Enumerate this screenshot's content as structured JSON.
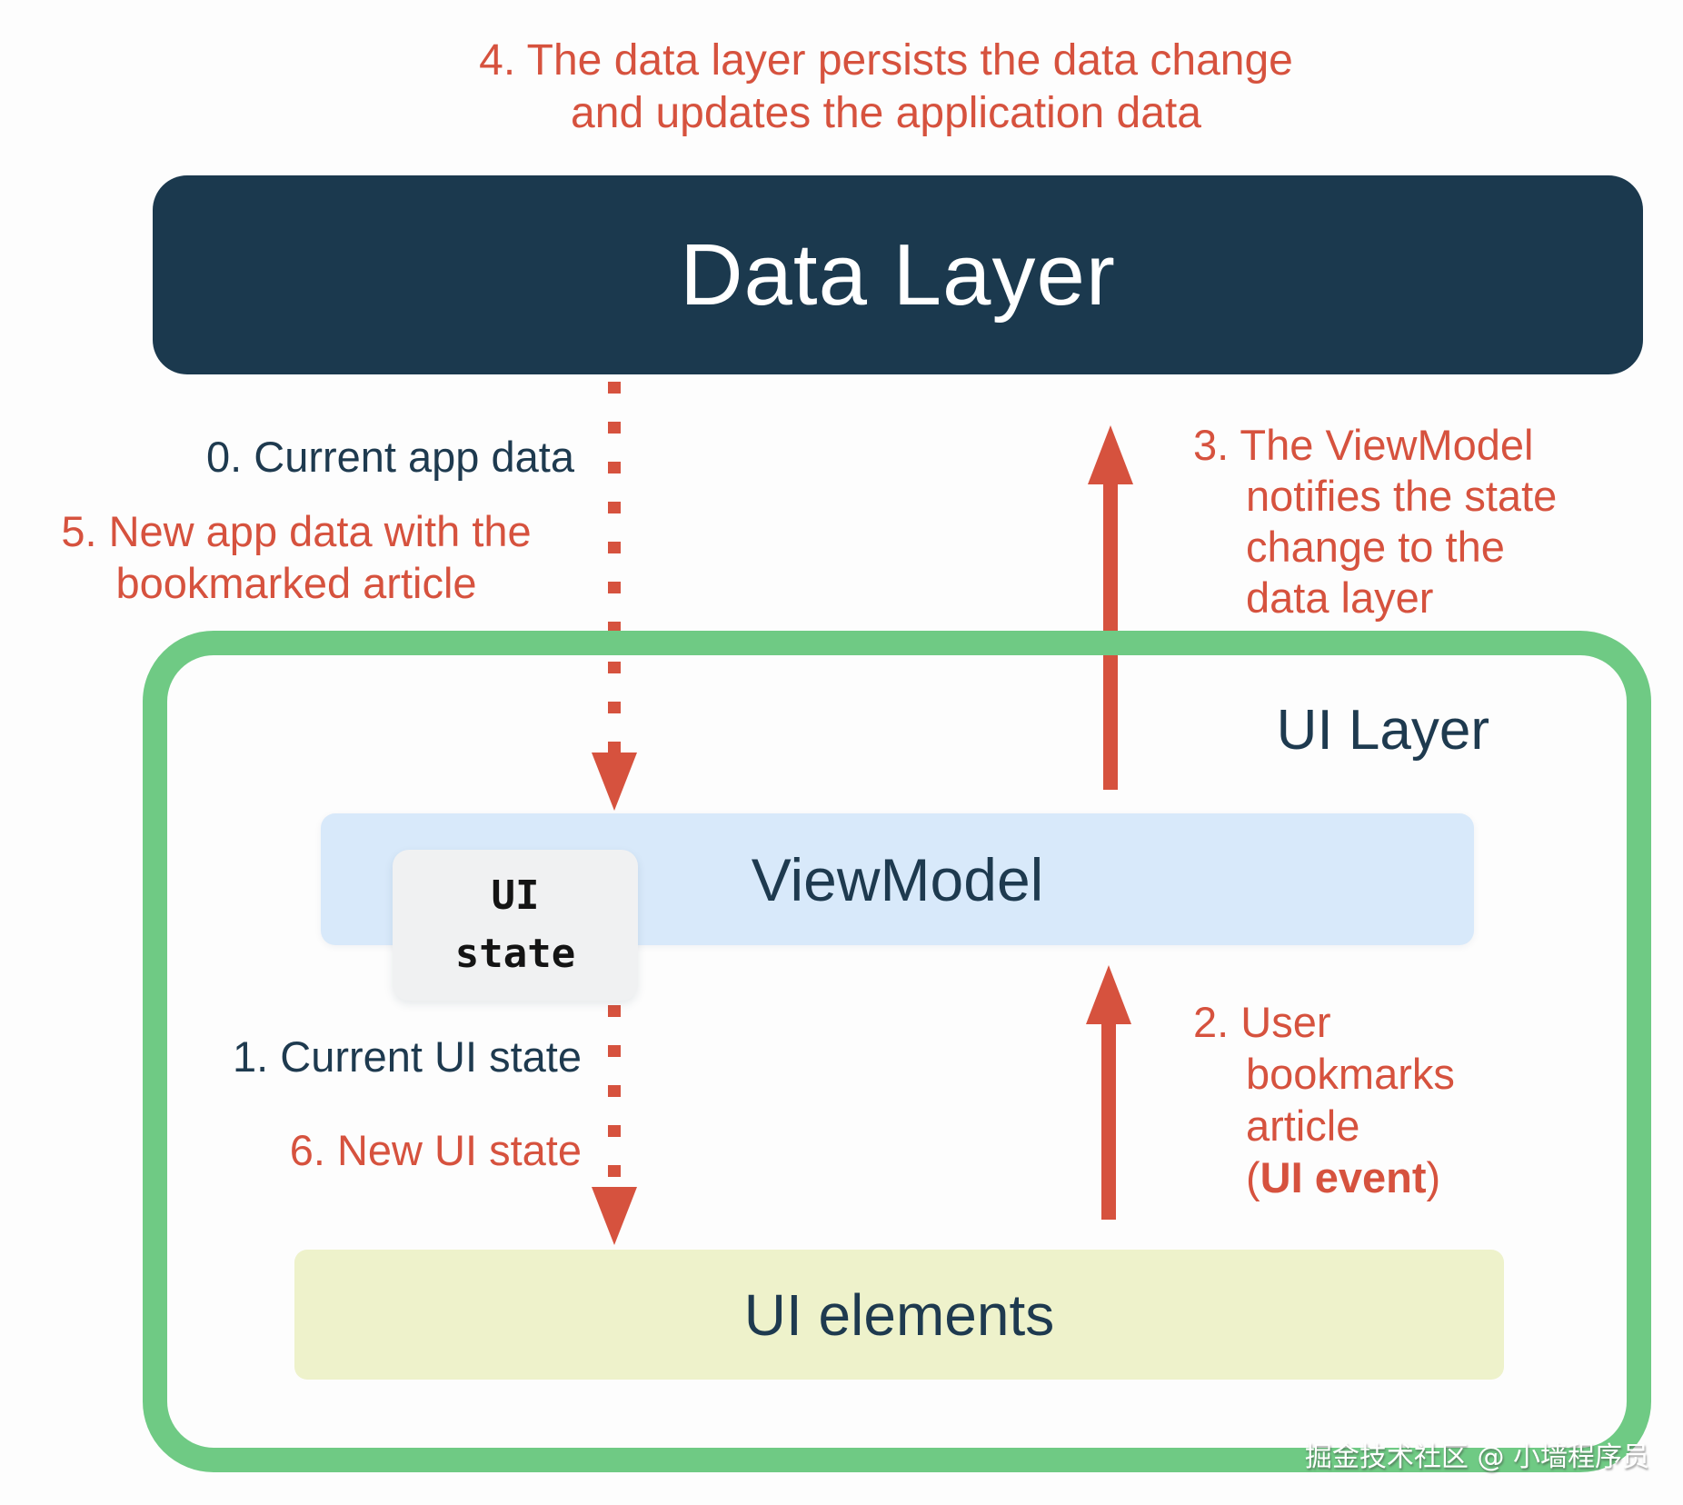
{
  "colors": {
    "red": "#D6523E",
    "navy_box": "#1B394E",
    "navy_text": "#1E3A4F",
    "green_border": "#6FCA84",
    "viewmodel_blue": "#D8E9FA",
    "ui_elements_yellow": "#EEF2CB",
    "ui_state_grey": "#F0F1F2",
    "white": "#FFFFFF"
  },
  "boxes": {
    "data_layer": "Data Layer",
    "ui_layer": "UI Layer",
    "viewmodel": "ViewModel",
    "ui_state": {
      "line1": "UI",
      "line2": "state"
    },
    "ui_elements": "UI elements"
  },
  "annotations": {
    "step4": {
      "line1": "4. The data layer persists the data change",
      "line2": "and updates the application data"
    },
    "step0": "0. Current app data",
    "step5": {
      "line1": "5. New app data with the",
      "line2": "bookmarked article"
    },
    "step3": {
      "line1": "3. The ViewModel",
      "line2": "notifies the state",
      "line3": "change to the",
      "line4": "data layer"
    },
    "step1": "1. Current UI state",
    "step6": "6. New UI state",
    "step2": {
      "line1": "2. User",
      "line2": "bookmarks",
      "line3": "article",
      "line4_open": "(",
      "line4_bold": "UI event",
      "line4_close": ")"
    }
  },
  "watermark": "掘金技术社区 @ 小墙程序员"
}
